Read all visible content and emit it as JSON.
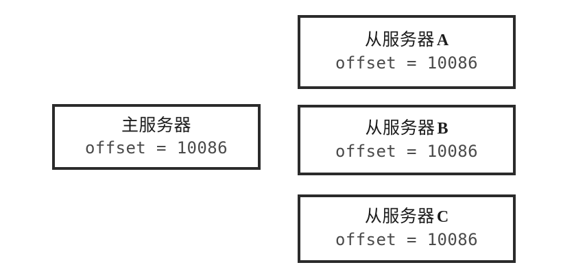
{
  "diagram": {
    "type": "replication-offset-state",
    "background_color": "#ffffff",
    "box_border_color": "#2b2b2b",
    "title_text_color": "#1c1c1c",
    "offset_text_color": "#4a4a4a",
    "nodes": [
      {
        "id": "master",
        "role": "master",
        "title": "主服务器",
        "suffix": "",
        "offset_label": "offset = 10086",
        "offset_key": "offset",
        "offset_value": "10086"
      },
      {
        "id": "slave-a",
        "role": "slave",
        "title": "从服务器",
        "suffix": "A",
        "offset_label": "offset = 10086",
        "offset_key": "offset",
        "offset_value": "10086"
      },
      {
        "id": "slave-b",
        "role": "slave",
        "title": "从服务器",
        "suffix": "B",
        "offset_label": "offset = 10086",
        "offset_key": "offset",
        "offset_value": "10086"
      },
      {
        "id": "slave-c",
        "role": "slave",
        "title": "从服务器",
        "suffix": "C",
        "offset_label": "offset = 10086",
        "offset_key": "offset",
        "offset_value": "10086"
      }
    ]
  }
}
